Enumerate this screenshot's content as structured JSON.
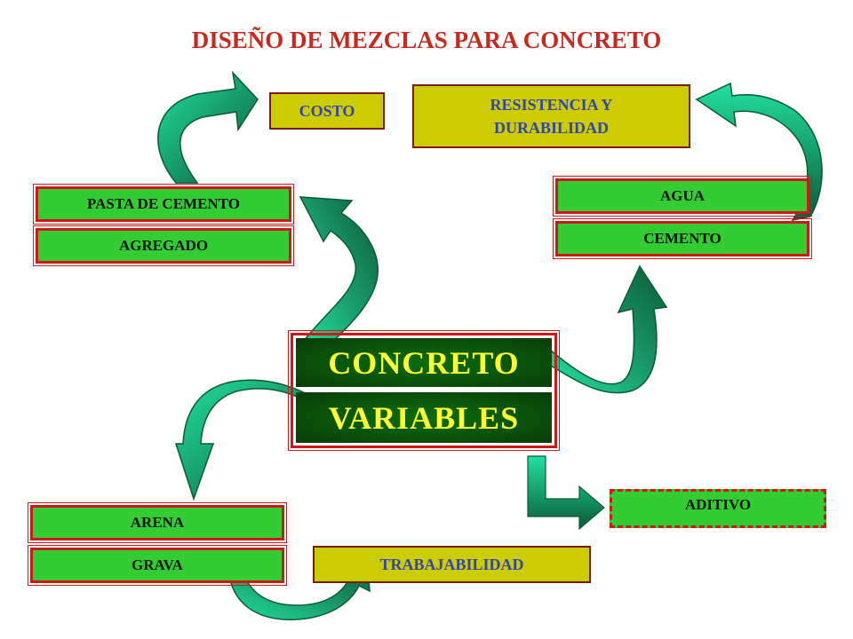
{
  "title": "DISEÑO DE MEZCLAS PARA CONCRETO",
  "nodes": {
    "costo": "COSTO",
    "resistencia": "RESISTENCIA Y DURABILIDAD",
    "pasta": "PASTA DE CEMENTO",
    "agregado": "AGREGADO",
    "agua": "AGUA",
    "cemento": "CEMENTO",
    "concreto": "CONCRETO",
    "variables": "VARIABLES",
    "aditivo": "ADITIVO",
    "arena": "ARENA",
    "grava": "GRAVA",
    "trabajabilidad": "TRABAJABILIDAD"
  },
  "colors": {
    "title": "#c8281e",
    "box_green": "#33cc33",
    "box_olive": "#cccc00",
    "olive_text": "#3344aa",
    "border_red": "#d01818",
    "center_text": "#ffff33",
    "arrow_light": "#22e0a0",
    "arrow_dark": "#0b5a36"
  }
}
